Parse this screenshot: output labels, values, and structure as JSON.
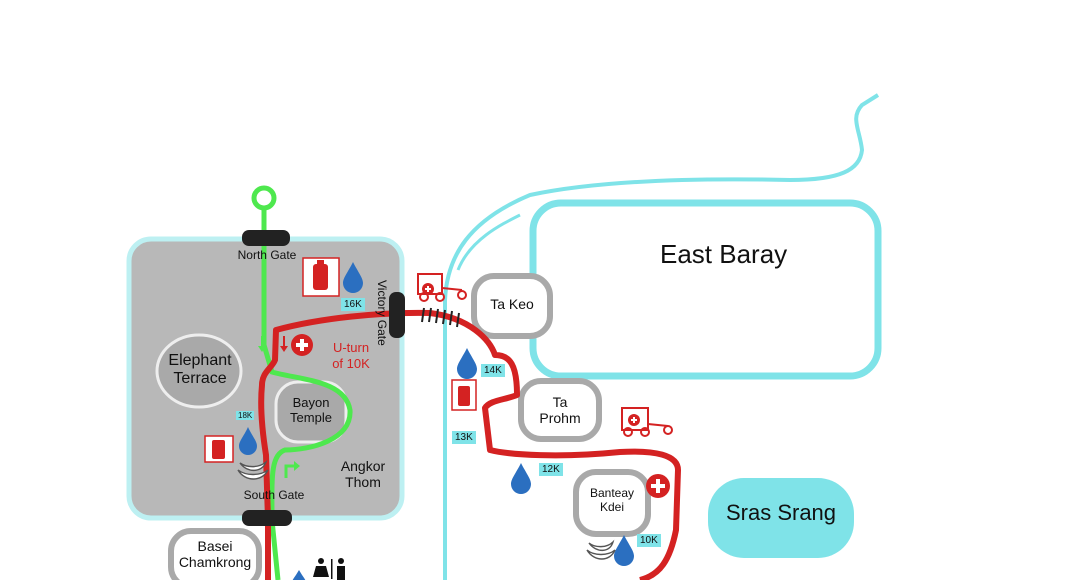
{
  "colors": {
    "race_route": "#d42222",
    "green_route": "#4ee84e",
    "roads_water": "#7fe3e8",
    "zone_fill": "#b8b8b8",
    "temple_fill": "#a9a9a9",
    "gate": "#222222"
  },
  "places": {
    "east_baray": "East Baray",
    "sras_srang": "Sras Srang",
    "ta_keo": "Ta Keo",
    "ta_prohm": "Ta\nProhm",
    "banteay_kdei": "Banteay\nKdei",
    "elephant_terrace": "Elephant\nTerrace",
    "bayon_temple": "Bayon\nTemple",
    "angkor_thom": "Angkor\nThom",
    "basei_chamkrong": "Basei\nChamkrong"
  },
  "gates": {
    "north": "North Gate",
    "south": "South Gate",
    "victory": "Victory Gate"
  },
  "uturn_note": "U-turn\nof 10K",
  "km_markers": {
    "k16": "16K",
    "k14": "14K",
    "k13": "13K",
    "k12": "12K",
    "k10": "10K",
    "k18": "18K"
  },
  "icons": [
    "water-drop-icon",
    "fuel-canister-icon",
    "first-aid-icon",
    "banana-icon",
    "tuk-tuk-icon",
    "restroom-icon",
    "arrow-icon"
  ]
}
